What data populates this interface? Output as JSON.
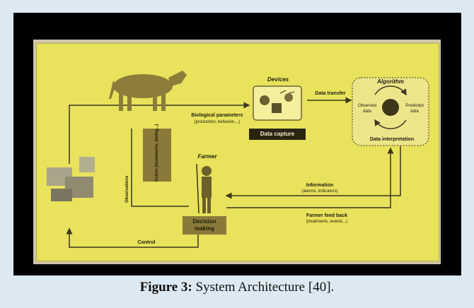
{
  "figure": {
    "caption_label": "Figure 3:",
    "caption_text": " System Architecture [40]."
  },
  "diagram": {
    "biological_parameters": "Biological parameters",
    "biological_parameters_sub": "(production, behavior,...)",
    "devices_title": "Devices",
    "data_capture": "Data capture",
    "data_transfer": "Data transfer",
    "algorithm_title": "Algorithm",
    "observed_data": "Observed data",
    "predicted_data": "Predicted data",
    "data_interpretation": "Data interpretation",
    "farmer_title": "Farmer",
    "action_box": "Action (treatments, timing...)",
    "observations": "Observations",
    "information": "Information",
    "information_sub": "(alarms, indicators)",
    "farmer_feedback": "Farmer feed back",
    "farmer_feedback_sub": "(treatments, events...)",
    "decision_making": "Decision making",
    "control": "Control"
  },
  "colors": {
    "slide_background": "#e8e25c",
    "dark_box": "#2a2510",
    "brown_box": "#8a7a3a",
    "page_background": "#dce9f2"
  },
  "icons": [
    "cow-icon",
    "sensor-devices-icon",
    "farmer-icon",
    "farm-equipment-icon",
    "data-cycle-icon"
  ]
}
